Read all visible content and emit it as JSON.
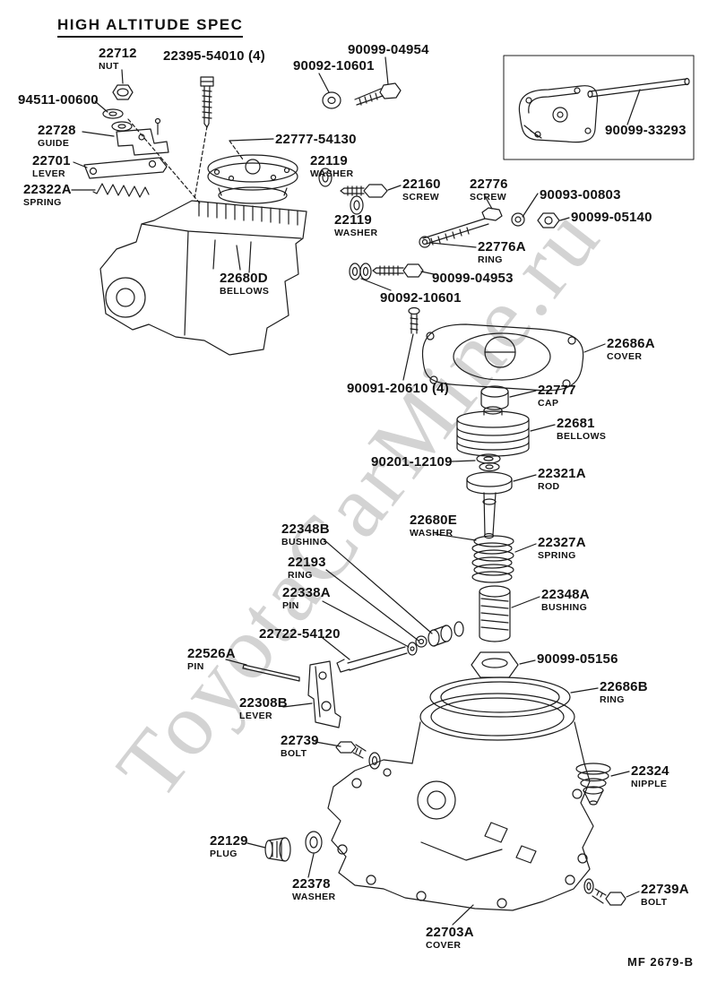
{
  "title": "HIGH ALTITUDE SPEC",
  "watermark": "ToyotaCarMine.ru",
  "footer": {
    "code": "MF 2679-B"
  },
  "colors": {
    "ink": "#1c1c1c",
    "paper": "#ffffff",
    "watermark_gray": "#828282"
  },
  "labels": [
    {
      "number": "22712",
      "desc": "NUT"
    },
    {
      "number": "22395-54010 (4)",
      "desc": ""
    },
    {
      "number": "90099-04954",
      "desc": ""
    },
    {
      "number": "90092-10601",
      "desc": ""
    },
    {
      "number": "94511-00600",
      "desc": ""
    },
    {
      "number": "22728",
      "desc": "GUIDE"
    },
    {
      "number": "22777-54130",
      "desc": ""
    },
    {
      "number": "22701",
      "desc": "LEVER"
    },
    {
      "number": "22119",
      "desc": "WASHER"
    },
    {
      "number": "22322A",
      "desc": "SPRING"
    },
    {
      "number": "22160",
      "desc": "SCREW"
    },
    {
      "number": "22776",
      "desc": "SCREW"
    },
    {
      "number": "90093-00803",
      "desc": ""
    },
    {
      "number": "90099-05140",
      "desc": ""
    },
    {
      "number": "22119",
      "desc": "WASHER"
    },
    {
      "number": "22776A",
      "desc": "RING"
    },
    {
      "number": "22680D",
      "desc": "BELLOWS"
    },
    {
      "number": "90099-04953",
      "desc": ""
    },
    {
      "number": "90092-10601",
      "desc": ""
    },
    {
      "number": "22686A",
      "desc": "COVER"
    },
    {
      "number": "90091-20610 (4)",
      "desc": ""
    },
    {
      "number": "22777",
      "desc": "CAP"
    },
    {
      "number": "22681",
      "desc": "BELLOWS"
    },
    {
      "number": "90201-12109",
      "desc": ""
    },
    {
      "number": "22321A",
      "desc": "ROD"
    },
    {
      "number": "22680E",
      "desc": "WASHER"
    },
    {
      "number": "22348B",
      "desc": "BUSHING"
    },
    {
      "number": "22327A",
      "desc": "SPRING"
    },
    {
      "number": "22193",
      "desc": "RING"
    },
    {
      "number": "22338A",
      "desc": "PIN"
    },
    {
      "number": "22348A",
      "desc": "BUSHING"
    },
    {
      "number": "22722-54120",
      "desc": ""
    },
    {
      "number": "22526A",
      "desc": "PIN"
    },
    {
      "number": "90099-05156",
      "desc": ""
    },
    {
      "number": "22686B",
      "desc": "RING"
    },
    {
      "number": "22308B",
      "desc": "LEVER"
    },
    {
      "number": "22739",
      "desc": "BOLT"
    },
    {
      "number": "22324",
      "desc": "NIPPLE"
    },
    {
      "number": "22129",
      "desc": "PLUG"
    },
    {
      "number": "22378",
      "desc": "WASHER"
    },
    {
      "number": "22739A",
      "desc": "BOLT"
    },
    {
      "number": "22703A",
      "desc": "COVER"
    },
    {
      "number": "90099-33293",
      "desc": ""
    }
  ]
}
